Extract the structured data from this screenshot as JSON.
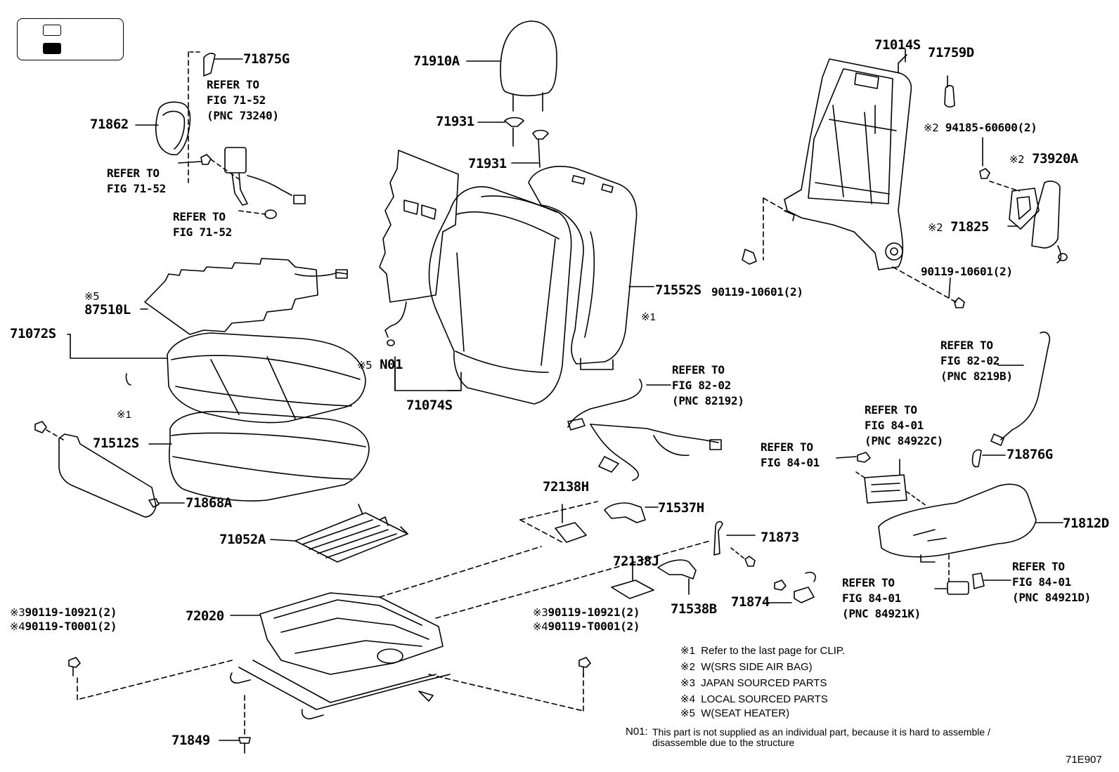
{
  "parts": {
    "p71875G": "71875G",
    "p71862": "71862",
    "p71910A": "71910A",
    "p71931a": "71931",
    "p71931b": "71931",
    "p71014S": "71014S",
    "p71759D": "71759D",
    "p73920A": "73920A",
    "p71825": "71825",
    "p71552S": "71552S",
    "p87510L": "87510L",
    "p71072S": "71072S",
    "pN01": "N01",
    "p71074S": "71074S",
    "p71512S": "71512S",
    "p71868A": "71868A",
    "p71052A": "71052A",
    "p72138H": "72138H",
    "p71537H": "71537H",
    "p72138J": "72138J",
    "p71873": "71873",
    "p71876G": "71876G",
    "p71812D": "71812D",
    "p72020": "72020",
    "p71538B": "71538B",
    "p71874": "71874",
    "p71849": "71849"
  },
  "fasteners": {
    "f94185": "94185-60600(2)",
    "f90119a": "90119-10601(2)",
    "f90119b": "90119-10601(2)",
    "f10921L": "90119-10921(2)",
    "fT0001L": "90119-T0001(2)",
    "f10921R": "90119-10921(2)",
    "fT0001R": "90119-T0001(2)"
  },
  "marks": {
    "m1": "※1",
    "m2": "※2",
    "m3": "※3",
    "m4": "※4",
    "m5": "※5"
  },
  "refs": {
    "r1": "REFER TO\nFIG 71-52\n(PNC 73240)",
    "r2": "REFER TO\nFIG 71-52",
    "r3": "REFER TO\nFIG 71-52",
    "r4": "REFER TO\nFIG 82-02\n(PNC 82192)",
    "r5": "REFER TO\nFIG 82-02\n(PNC 8219B)",
    "r6": "REFER TO\nFIG 84-01\n(PNC 84922C)",
    "r7": "REFER TO\nFIG 84-01",
    "r8": "REFER TO\nFIG 84-01\n(PNC 84921K)",
    "r9": "REFER TO\nFIG 84-01\n(PNC 84921D)"
  },
  "notes": {
    "n1": "Refer to the last page for CLIP.",
    "n2": "W(SRS SIDE AIR BAG)",
    "n3": "JAPAN SOURCED PARTS",
    "n4": "LOCAL SOURCED PARTS",
    "n5": "W(SEAT HEATER)",
    "n01_label": "N01:",
    "n01_line1": "This part is not supplied as an individual part, because it is hard to assemble /",
    "n01_line2": "disassemble due to the structure"
  },
  "figure_id": "71E907"
}
